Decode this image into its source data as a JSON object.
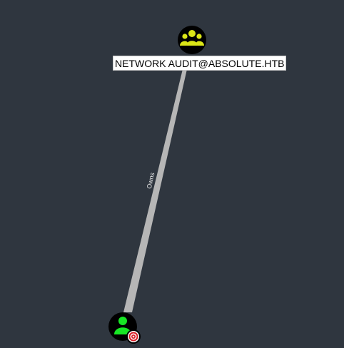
{
  "graph": {
    "edge": {
      "label": "Owns",
      "color": "#b6b6b6"
    },
    "source_node": {
      "type": "user",
      "icon": "user-icon",
      "color": "#17e625",
      "badge": "target-icon"
    },
    "target_node": {
      "type": "group",
      "icon": "users-group-icon",
      "label": "NETWORK AUDIT@ABSOLUTE.HTB",
      "color": "#dbe617"
    }
  },
  "colors": {
    "background": "#2f363f",
    "node_fill": "#000000",
    "badge_red": "#d91f26"
  }
}
